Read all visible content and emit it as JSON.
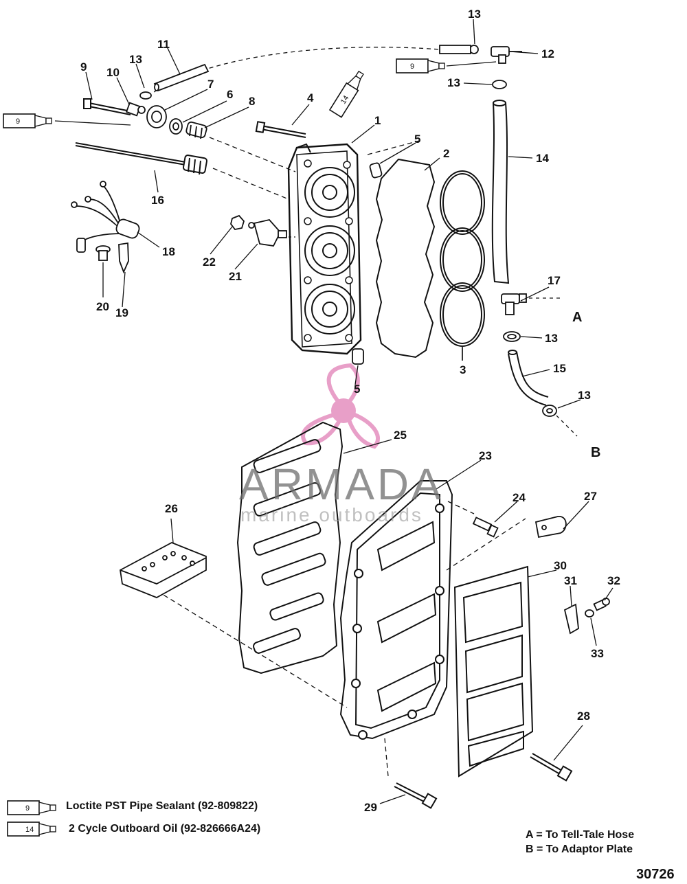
{
  "callouts": {
    "n1": "1",
    "n2": "2",
    "n3": "3",
    "n4": "4",
    "n5a": "5",
    "n5b": "5",
    "n6": "6",
    "n7": "7",
    "n8": "8",
    "n9": "9",
    "n10": "10",
    "n11": "11",
    "n12": "12",
    "n13a": "13",
    "n13b": "13",
    "n13c": "13",
    "n13d": "13",
    "n13e": "13",
    "n14": "14",
    "n15": "15",
    "n16": "16",
    "n17": "17",
    "n18": "18",
    "n19": "19",
    "n20": "20",
    "n21": "21",
    "n22": "22",
    "n23": "23",
    "n24": "24",
    "n25": "25",
    "n26": "26",
    "n27": "27",
    "n28": "28",
    "n29": "29",
    "n30": "30",
    "n31": "31",
    "n32": "32",
    "n33": "33",
    "letterA": "A",
    "letterB": "B"
  },
  "tube_markers": {
    "t9_left": "9",
    "t9_top": "9",
    "t14_top": "14"
  },
  "legend": {
    "items": [
      {
        "code": "9",
        "text": "Loctite PST Pipe Sealant (92-809822)"
      },
      {
        "code": "14",
        "text": "2 Cycle Outboard Oil (92-826666A24)"
      }
    ]
  },
  "notes": {
    "a": "A = To Tell-Tale Hose",
    "b": "B = To Adaptor Plate"
  },
  "figure_number": "30726",
  "watermark": {
    "title": "ARMADA",
    "subtitle": "marine outboards",
    "color": "#e48fbf"
  }
}
